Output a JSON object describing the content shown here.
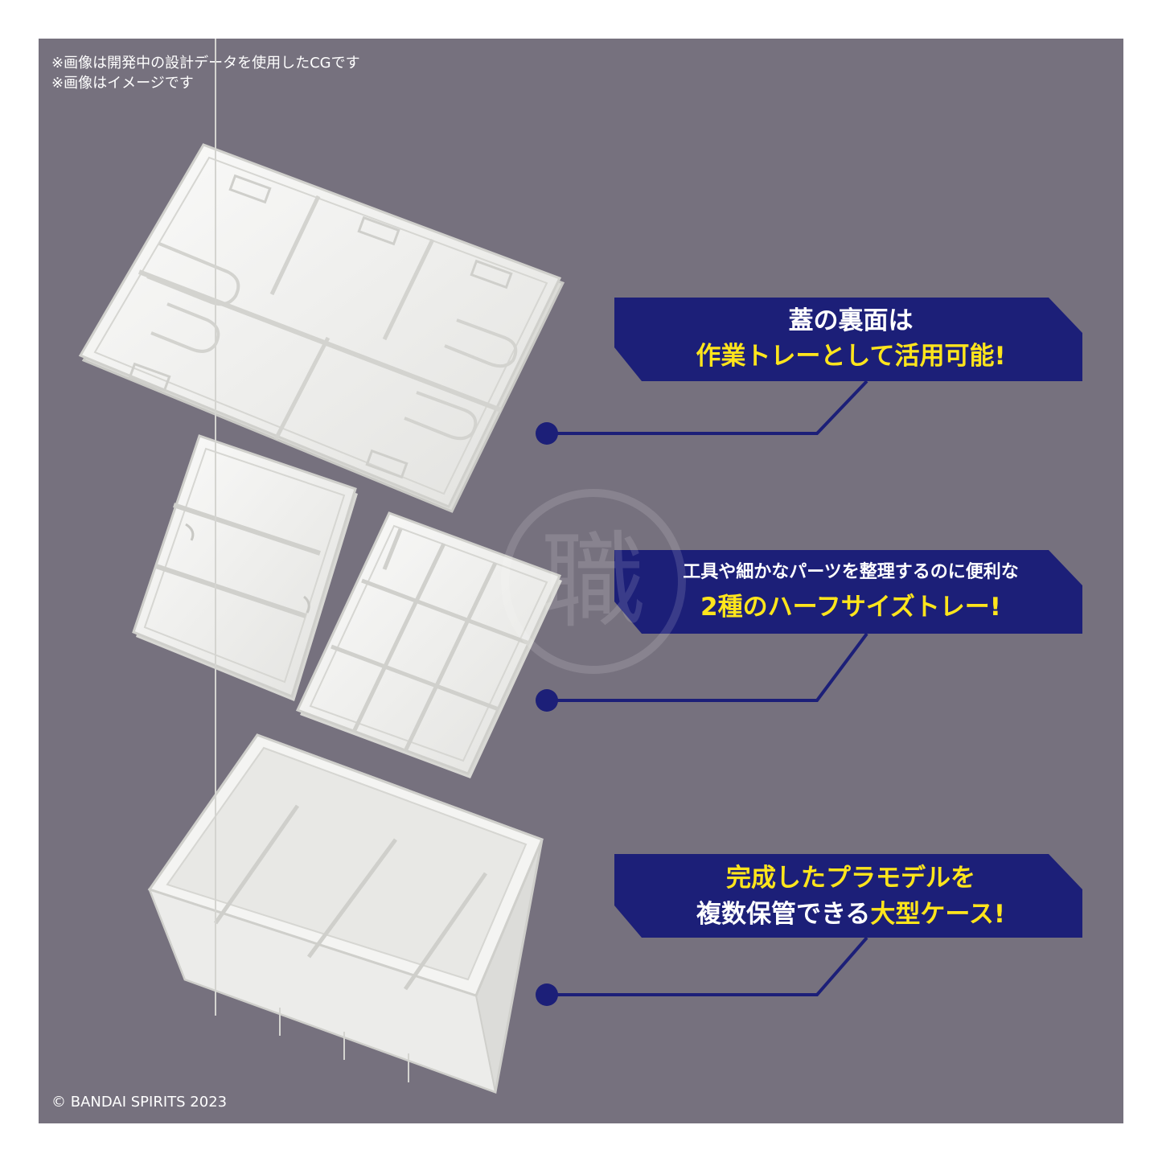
{
  "notes": {
    "line1": "※画像は開発中の設計データを使用したCGです",
    "line2": "※画像はイメージです"
  },
  "callouts": [
    {
      "line1_white": "蓋の裏面は",
      "line2_yellow": "作業トレーとして活用可能!"
    },
    {
      "line1_white": "工具や細かなパーツを整理するのに便利な",
      "line2_yellow": "2種のハーフサイズトレー!"
    },
    {
      "line1_yellow": "完成したプラモデルを",
      "line2_white": "複数保管できる",
      "line2_yellow": "大型ケース!"
    }
  ],
  "copyright": "© BANDAI SPIRITS 2023",
  "watermark_char": "職",
  "colors": {
    "background": "#76717e",
    "callout_box": "#1c1f78",
    "highlight_text": "#ffe51c",
    "leader_line": "#1c1f78",
    "tray": "#f1f1ef"
  },
  "icons": [
    "lid-tray",
    "half-tray-3-section",
    "half-tray-8-section",
    "large-case",
    "leader-dot"
  ]
}
